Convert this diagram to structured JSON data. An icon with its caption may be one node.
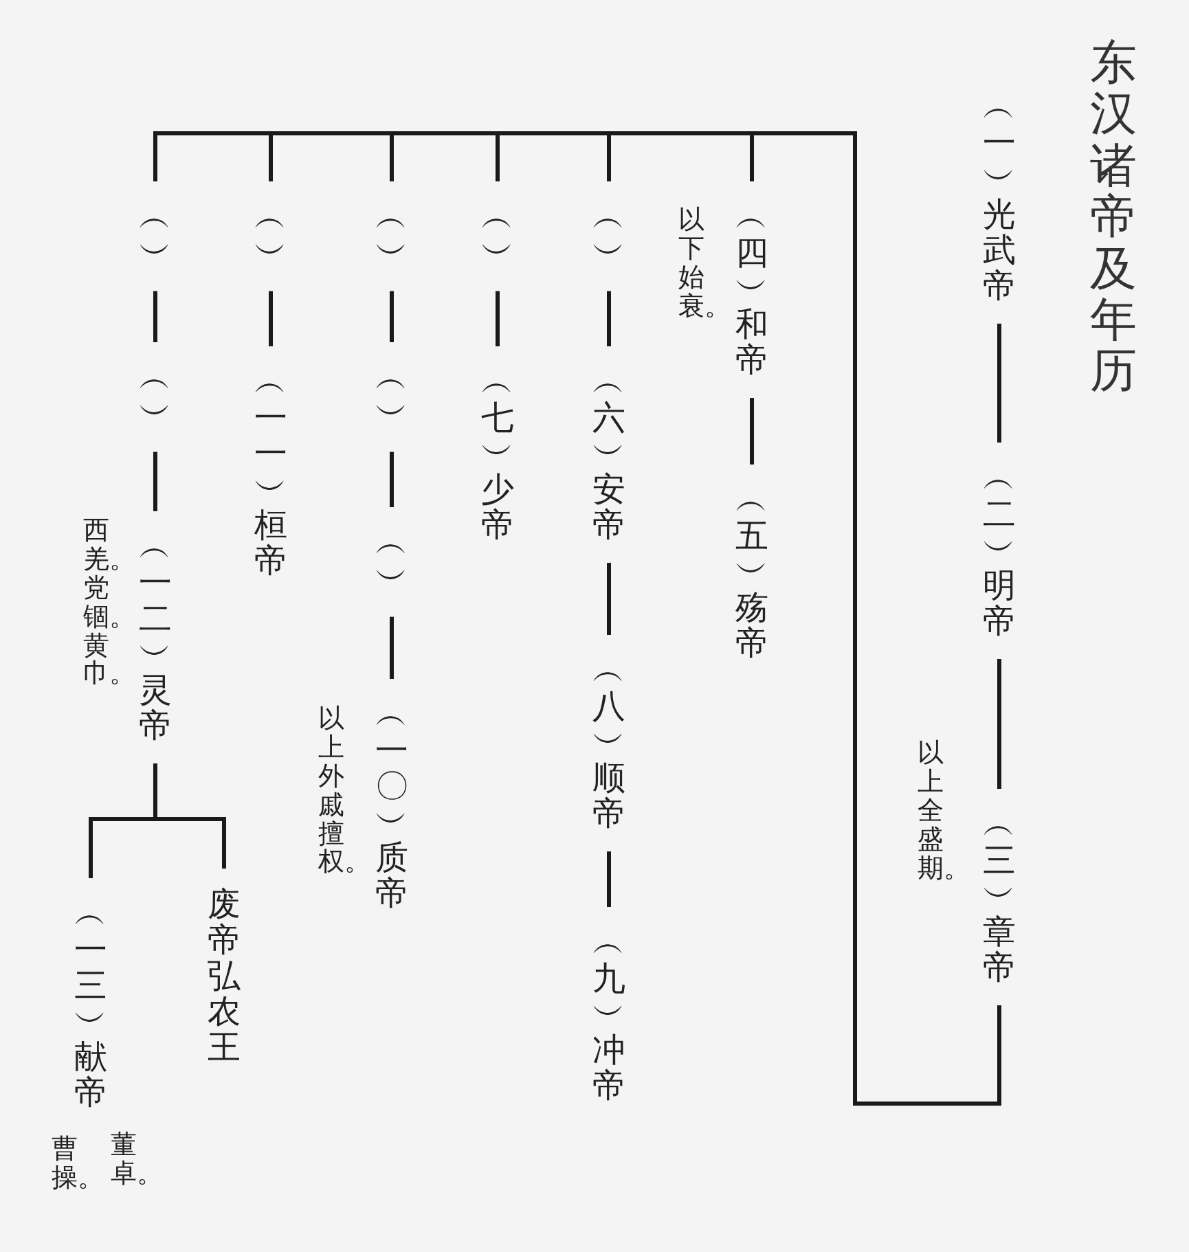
{
  "diagram": {
    "title": "东汉诸帝及年历",
    "nodes": [
      {
        "text": [
          "︵一︶光武帝"
        ]
      },
      {
        "text": [
          "︵二︶明帝"
        ]
      },
      {
        "text": [
          "︵三︶章帝"
        ]
      },
      {
        "text": [
          "︵四︶和帝"
        ]
      },
      {
        "text": [
          "︵五︶殇帝"
        ]
      },
      {
        "text": [
          "︵︶"
        ]
      },
      {
        "text": [
          "︵六︶安帝"
        ]
      },
      {
        "text": [
          "︵八︶顺帝"
        ]
      },
      {
        "text": [
          "︵九︶冲帝"
        ]
      },
      {
        "text": [
          "︵︶"
        ]
      },
      {
        "text": [
          "︵七︶少帝"
        ]
      },
      {
        "text": [
          "︵︶"
        ]
      },
      {
        "text": [
          "︵︶"
        ]
      },
      {
        "text": [
          "︵︶"
        ]
      },
      {
        "text": [
          "︵一〇︶质帝"
        ]
      },
      {
        "text": [
          "︵︶"
        ]
      },
      {
        "text": [
          "︵一一︶桓帝"
        ]
      },
      {
        "text": [
          "︵︶"
        ]
      },
      {
        "text": [
          "︵︶"
        ]
      },
      {
        "text": [
          "︵一二︶灵帝"
        ]
      },
      {
        "text": [
          "︵一三︶献帝"
        ]
      },
      {
        "text": [
          "废帝弘农王"
        ]
      }
    ],
    "edges": [
      {
        "from": 0,
        "to": 1,
        "arrow": "none"
      },
      {
        "from": 1,
        "to": 2,
        "arrow": "none"
      },
      {
        "from": 2,
        "to": 3,
        "arrow": "none"
      },
      {
        "from": 3,
        "to": 4,
        "arrow": "none"
      },
      {
        "from": 2,
        "to": 5,
        "arrow": "none"
      },
      {
        "from": 5,
        "to": 6,
        "arrow": "none"
      },
      {
        "from": 6,
        "to": 7,
        "arrow": "none"
      },
      {
        "from": 7,
        "to": 8,
        "arrow": "none"
      },
      {
        "from": 2,
        "to": 9,
        "arrow": "none"
      },
      {
        "from": 9,
        "to": 10,
        "arrow": "none"
      },
      {
        "from": 2,
        "to": 11,
        "arrow": "none"
      },
      {
        "from": 11,
        "to": 12,
        "arrow": "none"
      },
      {
        "from": 12,
        "to": 13,
        "arrow": "none"
      },
      {
        "from": 13,
        "to": 14,
        "arrow": "none"
      },
      {
        "from": 2,
        "to": 15,
        "arrow": "none"
      },
      {
        "from": 15,
        "to": 16,
        "arrow": "none"
      },
      {
        "from": 2,
        "to": 17,
        "arrow": "none"
      },
      {
        "from": 17,
        "to": 18,
        "arrow": "none"
      },
      {
        "from": 18,
        "to": 19,
        "arrow": "none"
      },
      {
        "from": 19,
        "to": 20,
        "arrow": "none"
      },
      {
        "from": 19,
        "to": 21,
        "arrow": "none"
      }
    ],
    "labels": [
      "以下始衰。",
      "以上全盛期。",
      "以上外戚擅权。",
      "西羌。党锢。黄巾。",
      "董卓。",
      "曹操。"
    ]
  }
}
